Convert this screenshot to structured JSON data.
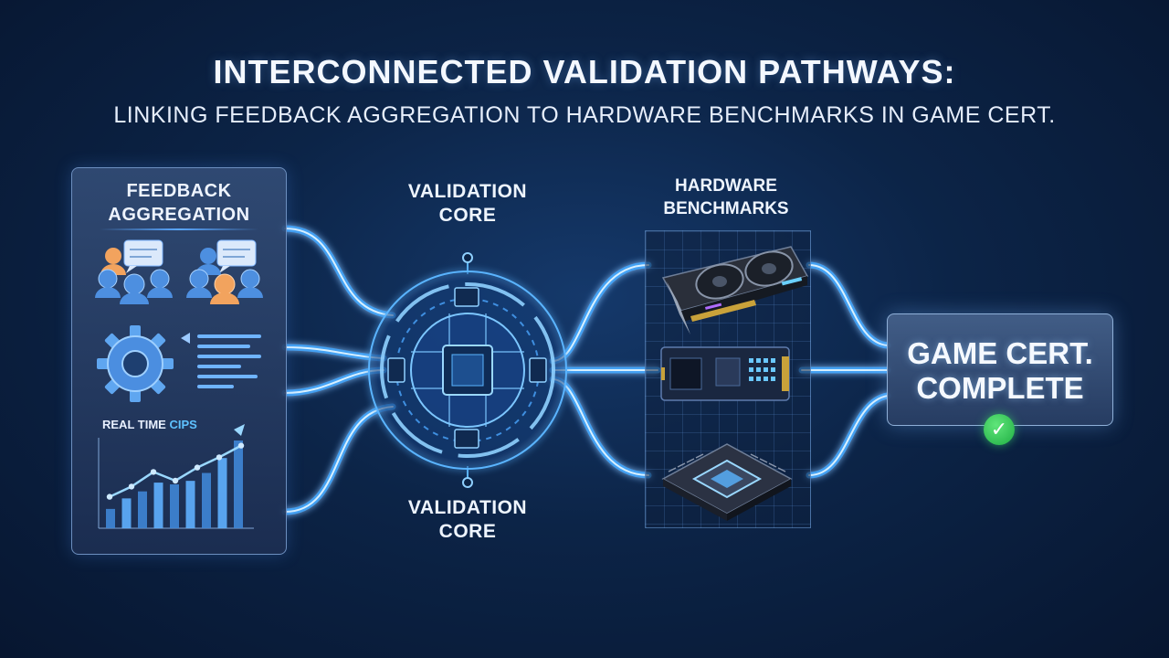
{
  "title": "INTERCONNECTED VALIDATION PATHWAYS:",
  "subtitle": "LINKING FEEDBACK AGGREGATION TO HARDWARE BENCHMARKS IN GAME CERT.",
  "feedback_panel": {
    "title_line1": "FEEDBACK",
    "title_line2": "AGGREGATION",
    "chart_label_main": "REAL TIME",
    "chart_label_accent": "CIPS",
    "icons": [
      "user-group-chat-icon",
      "user-group-chat-icon",
      "gear-icon",
      "text-lines-icon"
    ],
    "chart_bars": [
      0.22,
      0.34,
      0.42,
      0.52,
      0.5,
      0.54,
      0.63,
      0.8,
      1.0
    ],
    "chart_trend": [
      0.18,
      0.32,
      0.52,
      0.4,
      0.58,
      0.72,
      0.88
    ]
  },
  "validation_core_top": {
    "line1": "VALIDATION",
    "line2": "CORE"
  },
  "validation_core_bottom": {
    "line1": "VALIDATION",
    "line2": "CORE"
  },
  "hardware": {
    "line1": "HARDWARE",
    "line2": "BENCHMARKS",
    "items": [
      "graphics-card-icon",
      "ssd-module-icon",
      "cpu-chip-icon"
    ]
  },
  "result": {
    "line1": "GAME CERT.",
    "line2": "COMPLETE",
    "status_icon": "check-circle-icon"
  },
  "colors": {
    "background": "#0c2447",
    "wire_glow": "#3fa8ff",
    "wire_core": "#d8f0ff",
    "check": "#29c04f"
  }
}
